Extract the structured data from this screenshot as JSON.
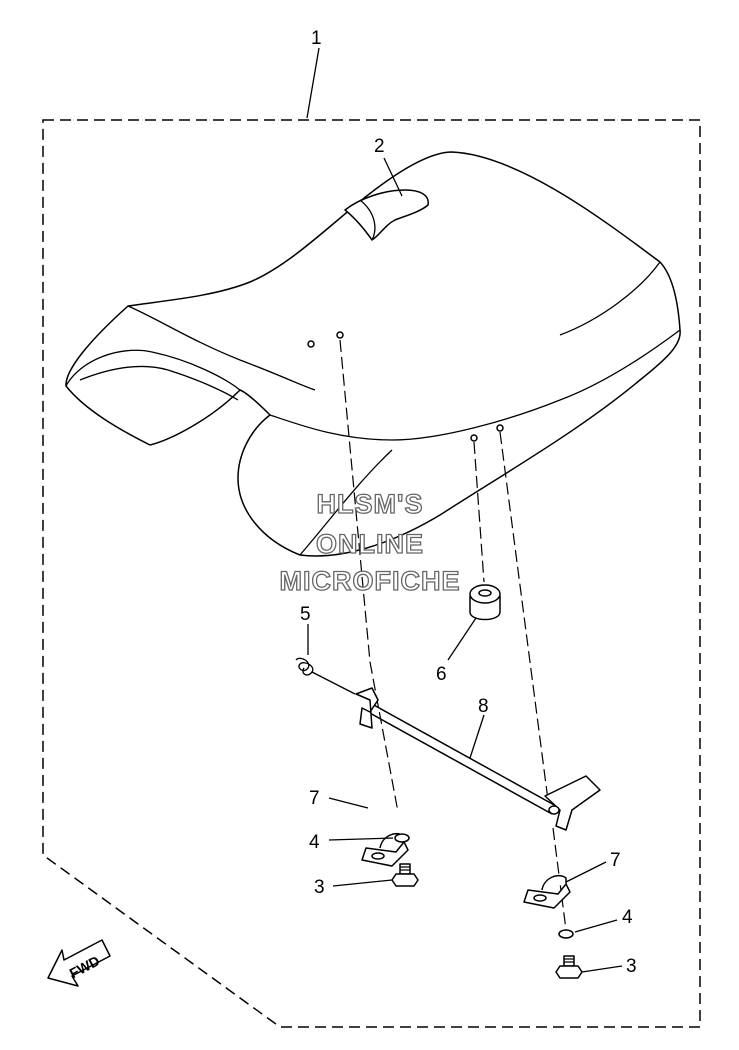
{
  "callouts": {
    "c1": "1",
    "c2": "2",
    "c3a": "3",
    "c3b": "3",
    "c4a": "4",
    "c4b": "4",
    "c5": "5",
    "c6": "6",
    "c7a": "7",
    "c7b": "7",
    "c8": "8"
  },
  "watermark": {
    "line1": "HLSM'S",
    "line2": "ONLINE",
    "line3": "MICROFICHE"
  },
  "direction_arrow": {
    "label": "FWD"
  }
}
